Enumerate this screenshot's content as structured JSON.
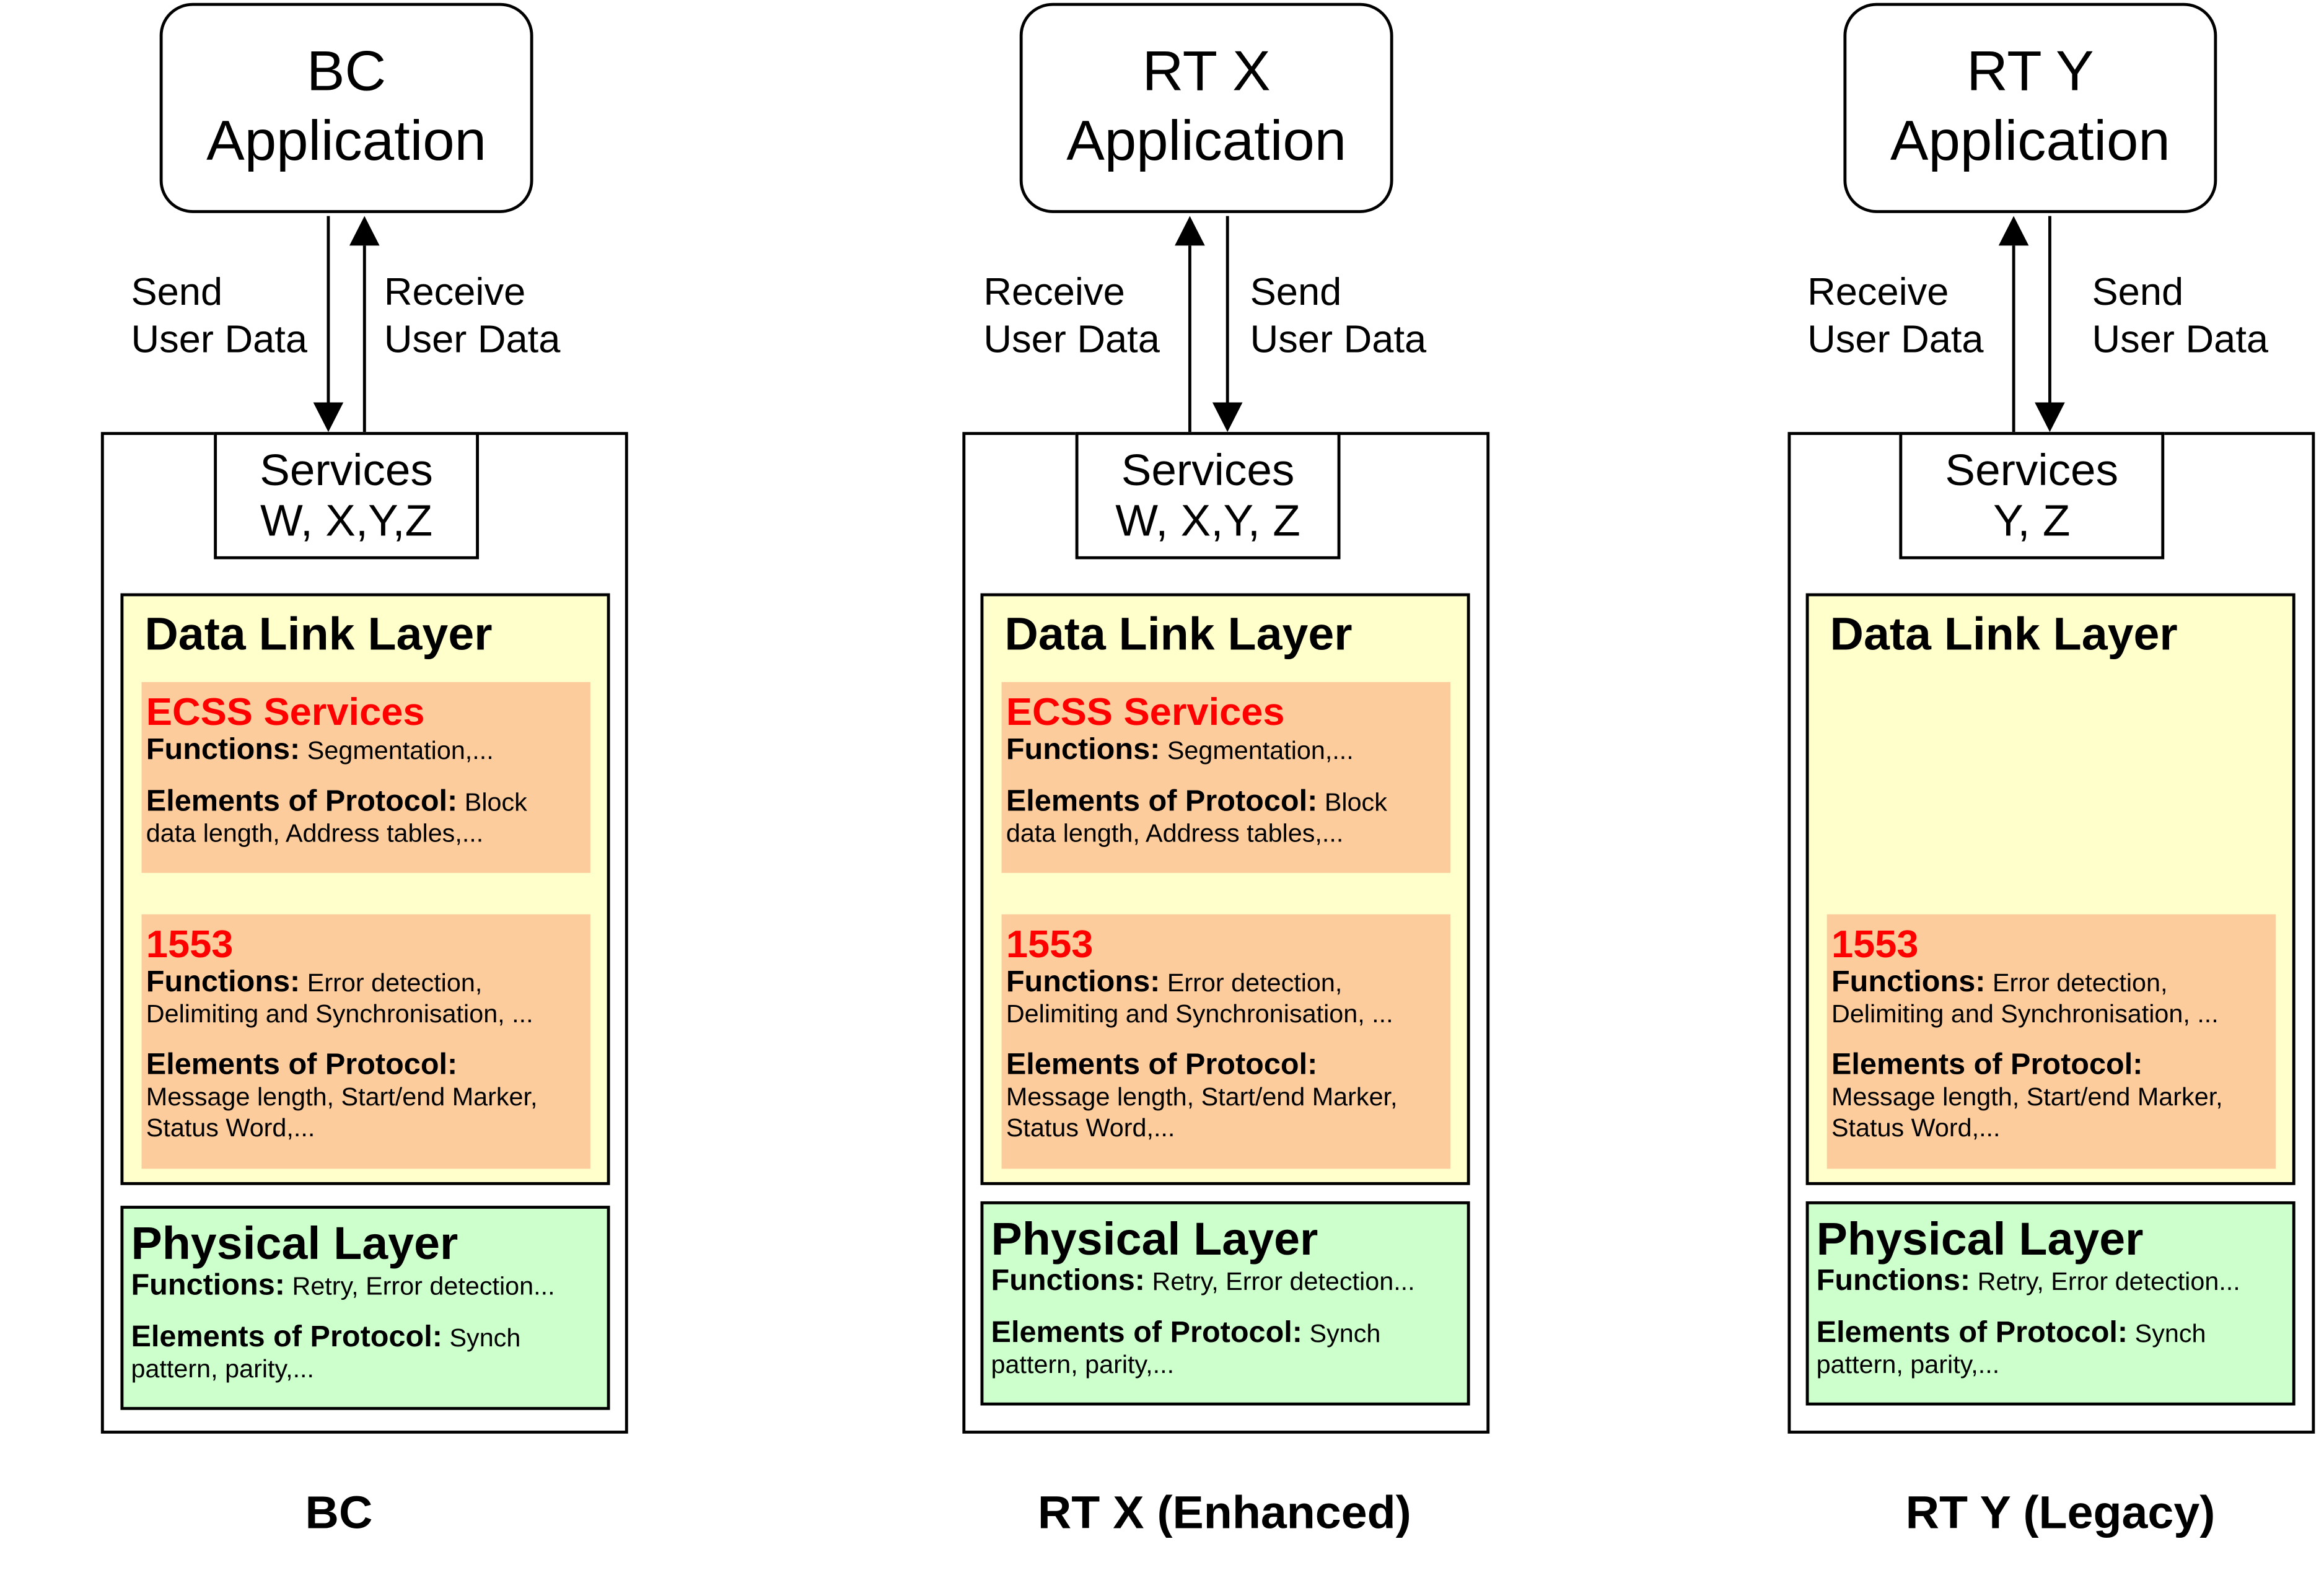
{
  "columns": [
    {
      "app": {
        "line1": "BC",
        "line2": "Application"
      },
      "send": {
        "line1": "Send",
        "line2": "User Data"
      },
      "receive": {
        "line1": "Receive",
        "line2": "User Data"
      },
      "services": {
        "line1": "Services",
        "line2": "W, X,Y,Z"
      },
      "dll_title": "Data Link Layer",
      "ecss": {
        "title": "ECSS Services",
        "functions_label": "Functions:",
        "functions_text": "Segmentation,...",
        "eop_label": "Elements of Protocol:",
        "eop_text_1": "Block",
        "eop_text_2": "data length, Address tables,..."
      },
      "m1553": {
        "title": "1553",
        "functions_label": "Functions:",
        "functions_text_1": "Error detection,",
        "functions_text_2": "Delimiting and Synchronisation, ...",
        "eop_label": "Elements of Protocol:",
        "eop_text_1": "Message length, Start/end Marker,",
        "eop_text_2": "Status Word,..."
      },
      "phys": {
        "title": "Physical Layer",
        "functions_label": "Functions:",
        "functions_text": "Retry, Error detection...",
        "eop_label": "Elements of Protocol:",
        "eop_text_1": "Synch",
        "eop_text_2": "pattern, parity,..."
      },
      "footer": "BC"
    },
    {
      "app": {
        "line1": "RT X",
        "line2": "Application"
      },
      "send": {
        "line1": "Send",
        "line2": "User Data"
      },
      "receive": {
        "line1": "Receive",
        "line2": "User Data"
      },
      "services": {
        "line1": "Services",
        "line2": "W, X,Y, Z"
      },
      "dll_title": "Data Link Layer",
      "ecss": {
        "title": "ECSS Services",
        "functions_label": "Functions:",
        "functions_text": "Segmentation,...",
        "eop_label": "Elements of Protocol:",
        "eop_text_1": "Block",
        "eop_text_2": "data length, Address tables,..."
      },
      "m1553": {
        "title": "1553",
        "functions_label": "Functions:",
        "functions_text_1": "Error detection,",
        "functions_text_2": "Delimiting and Synchronisation, ...",
        "eop_label": "Elements of Protocol:",
        "eop_text_1": "Message length, Start/end Marker,",
        "eop_text_2": "Status Word,..."
      },
      "phys": {
        "title": "Physical Layer",
        "functions_label": "Functions:",
        "functions_text": "Retry, Error detection...",
        "eop_label": "Elements of Protocol:",
        "eop_text_1": "Synch",
        "eop_text_2": "pattern, parity,..."
      },
      "footer": "RT X (Enhanced)"
    },
    {
      "app": {
        "line1": "RT Y",
        "line2": "Application"
      },
      "send": {
        "line1": "Send",
        "line2": "User Data"
      },
      "receive": {
        "line1": "Receive",
        "line2": "User Data"
      },
      "services": {
        "line1": "Services",
        "line2": "Y, Z"
      },
      "dll_title": "Data Link Layer",
      "m1553": {
        "title": "1553",
        "functions_label": "Functions:",
        "functions_text_1": "Error detection,",
        "functions_text_2": "Delimiting and Synchronisation, ...",
        "eop_label": "Elements of Protocol:",
        "eop_text_1": "Message length, Start/end Marker,",
        "eop_text_2": "Status Word,..."
      },
      "phys": {
        "title": "Physical Layer",
        "functions_label": "Functions:",
        "functions_text": "Retry, Error detection...",
        "eop_label": "Elements of Protocol:",
        "eop_text_1": "Synch",
        "eop_text_2": "pattern, parity,..."
      },
      "footer": "RT Y (Legacy)"
    }
  ]
}
